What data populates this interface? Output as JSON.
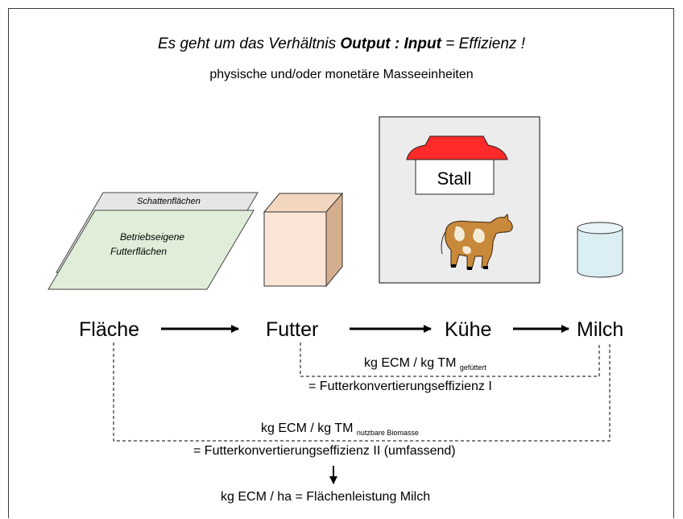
{
  "header": {
    "pre": "Es geht um das Verhältnis",
    "output": "Output",
    "colon": ":",
    "input": "Input",
    "post": "= Effizienz !",
    "subtitle": "physische und/oder monetäre Masseeinheiten"
  },
  "illustrations": {
    "shadow_area_label": "Schattenflächen",
    "own_area_line1": "Betriebseigene",
    "own_area_line2": "Futterflächen",
    "stall_label": "Stall"
  },
  "stages": [
    "Fläche",
    "Futter",
    "Kühe",
    "Milch"
  ],
  "efficiency_1": {
    "formula": "kg ECM / kg TM",
    "subscript": "gefüttert",
    "name": "= Futterkonvertierungseffizienz I"
  },
  "efficiency_2": {
    "formula": "kg ECM / kg TM",
    "subscript": "nutzbare Biomasse",
    "name": "= Futterkonvertierungseffizienz II (umfassend)"
  },
  "result": "kg ECM / ha  =  Flächenleistung Milch",
  "colors": {
    "shadow_area": "#e6e6e6",
    "own_area": "#e0eed9",
    "feed_box": "#fbe5d6",
    "stall_panel": "#ececec",
    "roof": "#ff2a2a",
    "milk": "#dbeef4"
  }
}
